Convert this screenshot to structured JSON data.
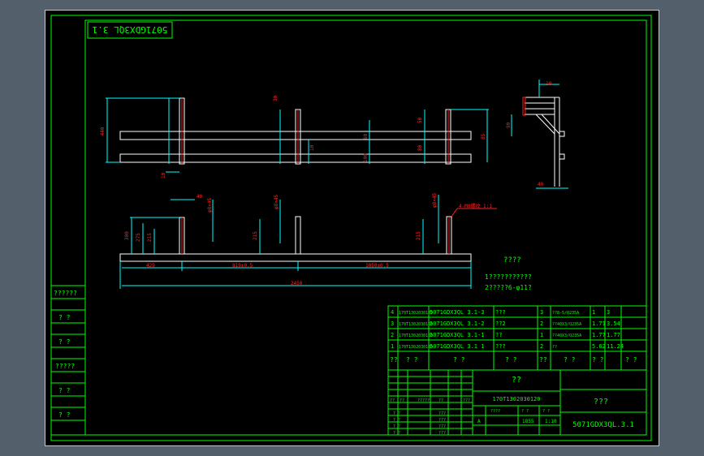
{
  "colors": {
    "frame": "#c8c8c8",
    "canvas": "#000000",
    "border": "#00ff00",
    "part": "#ffffff",
    "dim": "#00ffff",
    "dimText": "#ff2020",
    "weld": "#ff2020",
    "text": "#00ff00",
    "textWhite": "#ffffff"
  },
  "drawing": {
    "title_box_code": "5071GDX3QL 3.1",
    "drawing_number": "5071GDX3QL.3.1",
    "material_code": "170T1302030120",
    "part_name": "??",
    "unit_name": "???",
    "scale_mark": "A",
    "sheet_a": "1855",
    "sheet_b": "1:10"
  },
  "dimensions": {
    "front": {
      "total_height": "440",
      "post_gap_a": "30",
      "post_gap_b": "50",
      "rail_h_a": "60",
      "rail_h_b": "100",
      "rail_off": "10",
      "bottom_gap": "10",
      "right_a": "50",
      "right_b": "80",
      "right_c": "85"
    },
    "side": {
      "top_w": "10",
      "height": "90",
      "base": "40"
    },
    "plan": {
      "h1": "300",
      "h2": "275",
      "h3": "215",
      "mid": "215",
      "right": "215",
      "top_w": "40",
      "post1": "φ8×45",
      "post2": "φ8×45",
      "post3": "φ8×45",
      "seg1": "429",
      "seg2": "819±0.5",
      "seg3": "1050±0.5",
      "total": "2450",
      "hole_note": "4-M8螺纹 1:1"
    }
  },
  "notes": {
    "heading": "????",
    "line1": "1???????????",
    "line2": "2?????6-φ11?"
  },
  "sidebar_labels": [
    "??????",
    "? ?",
    "? ?",
    "?????",
    "? ?",
    "? ?"
  ],
  "parts_list": [
    {
      "no": "4",
      "code": "170T1302030170",
      "name": "5071GDX3QL 3.1-3",
      "desc": "???",
      "qty": "3",
      "mat": "??8-5/Q235A",
      "w1": "1",
      "w2": "3"
    },
    {
      "no": "3",
      "code": "170T1302030160",
      "name": "5071GDX3QL 3.1-2",
      "desc": "??2",
      "qty": "2",
      "mat": "??40X3/Q235A",
      "w1": "1.71",
      "w2": "3.54"
    },
    {
      "no": "2",
      "code": "170T1302030150",
      "name": "5071GDX3QL 3.1-1",
      "desc": "??",
      "qty": "1",
      "mat": "??40X3/Q235A",
      "w1": "1.77",
      "w2": "1.77"
    },
    {
      "no": "1",
      "code": "170T1302030140",
      "name": "5071GDX3QL 3.1 1",
      "desc": "???",
      "qty": "2",
      "mat": "??",
      "w1": "5.62",
      "w2": "11.24"
    }
  ],
  "parts_header": {
    "no": "??",
    "code": "? ?",
    "name": "? ?",
    "desc": "? ?",
    "qty": "??",
    "mat": "? ?",
    "w1": "? ?",
    "w2": "? ?"
  },
  "title_rows": {
    "sign_header": [
      "??",
      "??",
      "?????",
      "??",
      "???"
    ],
    "stage_header": [
      "????",
      "? ?",
      "? ?"
    ],
    "rows": [
      "? ?",
      "? ?",
      "? ?",
      "? ?"
    ],
    "cols": [
      "???",
      "???",
      "???",
      "???"
    ]
  }
}
